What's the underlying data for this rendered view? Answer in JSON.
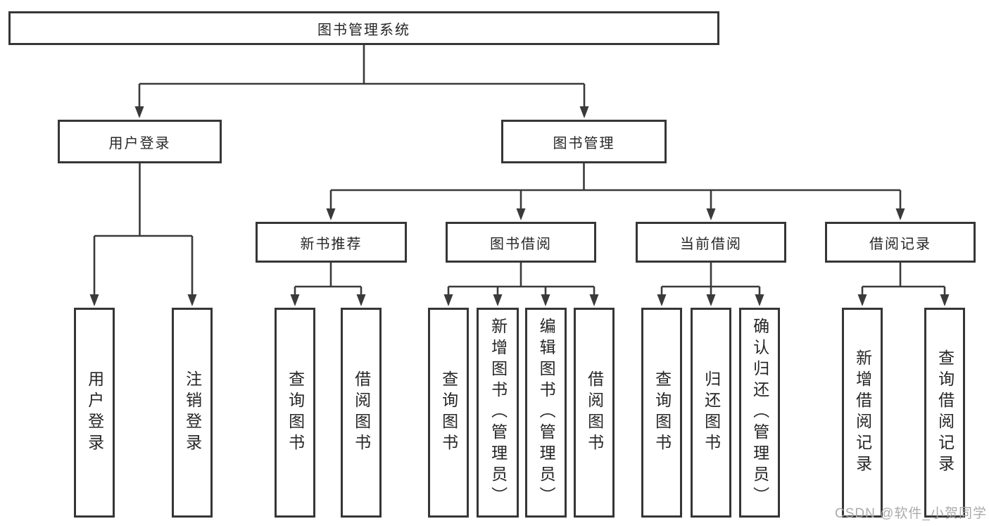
{
  "title": "图书管理系统",
  "watermark": "CSDN @软件_小贺同学",
  "colors": {
    "line": "#3a3a3a",
    "box_border": "#363636",
    "text": "#262626",
    "watermark": "#a6a6a6",
    "background": "#ffffff"
  },
  "nodes": [
    {
      "id": "root",
      "label": "图书管理系统",
      "orientation": "h"
    },
    {
      "id": "user-login",
      "label": "用户登录",
      "orientation": "h"
    },
    {
      "id": "book-mgmt",
      "label": "图书管理",
      "orientation": "h"
    },
    {
      "id": "new-book-rec",
      "label": "新书推荐",
      "orientation": "h"
    },
    {
      "id": "book-borrow",
      "label": "图书借阅",
      "orientation": "h"
    },
    {
      "id": "current-borrow",
      "label": "当前借阅",
      "orientation": "h"
    },
    {
      "id": "borrow-records",
      "label": "借阅记录",
      "orientation": "h"
    },
    {
      "id": "leaf-user-login",
      "label": "用户登录",
      "orientation": "v"
    },
    {
      "id": "leaf-logout",
      "label": "注销登录",
      "orientation": "v"
    },
    {
      "id": "leaf-query-book-1",
      "label": "查询图书",
      "orientation": "v"
    },
    {
      "id": "leaf-borrow-book-1",
      "label": "借阅图书",
      "orientation": "v"
    },
    {
      "id": "leaf-query-book-2",
      "label": "查询图书",
      "orientation": "v"
    },
    {
      "id": "leaf-add-book",
      "label": "新增图书（管理员）",
      "orientation": "v"
    },
    {
      "id": "leaf-edit-book",
      "label": "编辑图书（管理员）",
      "orientation": "v"
    },
    {
      "id": "leaf-borrow-book-2",
      "label": "借阅图书",
      "orientation": "v"
    },
    {
      "id": "leaf-query-book-3",
      "label": "查询图书",
      "orientation": "v"
    },
    {
      "id": "leaf-return-book",
      "label": "归还图书",
      "orientation": "v"
    },
    {
      "id": "leaf-confirm-return",
      "label": "确认归还（管理员）",
      "orientation": "v"
    },
    {
      "id": "leaf-add-borrow-record",
      "label": "新增借阅记录",
      "orientation": "v"
    },
    {
      "id": "leaf-query-borrow-record",
      "label": "查询借阅记录",
      "orientation": "v"
    }
  ]
}
